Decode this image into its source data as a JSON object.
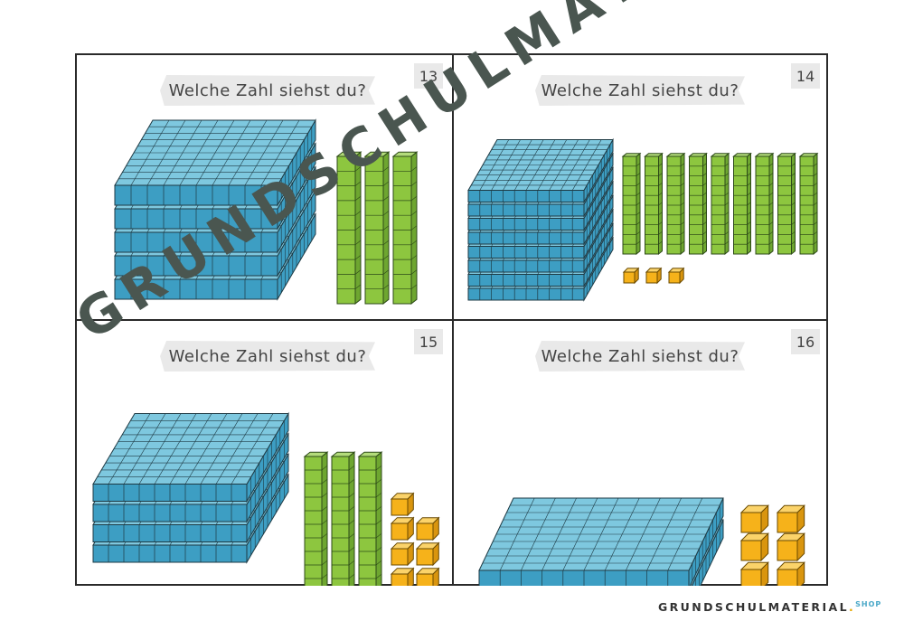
{
  "cards": [
    {
      "number": "13",
      "question": "Welche Zahl siehst du?",
      "hundreds": 5,
      "tens": 3,
      "ones": 0
    },
    {
      "number": "14",
      "question": "Welche Zahl siehst du?",
      "hundreds": 8,
      "tens": 9,
      "ones": 3
    },
    {
      "number": "15",
      "question": "Welche Zahl siehst du?",
      "hundreds": 4,
      "tens": 3,
      "ones": 7
    },
    {
      "number": "16",
      "question": "Welche Zahl siehst du?",
      "hundreds": 2,
      "tens": 0,
      "ones": 6
    }
  ],
  "watermark": "GRUNDSCHULMATERIAL.SHOP",
  "footer": {
    "brand": "GRUNDSCHULMATERIAL",
    "dot": ".",
    "suffix": "SHOP"
  },
  "colors": {
    "hundred_top": "#7ec8df",
    "hundred_side": "#3d9ec3",
    "ten": "#8dc63f",
    "one": "#f6b21a",
    "grid": "#1e3a44"
  }
}
